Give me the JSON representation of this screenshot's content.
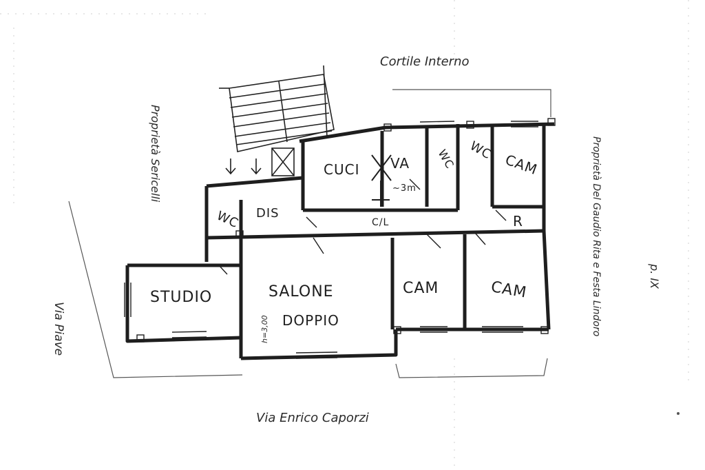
{
  "plan": {
    "north_label": "Cortile Interno",
    "south_label": "Via Enrico Caporzi",
    "west_street": "Via Piave",
    "west_owner": "Proprietà Sericelli",
    "east_owner": "Proprietà Del Gaudio Rita e Festa Lindoro",
    "page_number": "p. IX",
    "height_note": "h=3,00",
    "rooms": {
      "cucina": "CUCI",
      "veranda": "VA",
      "veranda_sub": "~3m",
      "wc_1": "WC",
      "wc_2": "WC",
      "cam_1": "CAM",
      "ripostiglio": "R",
      "corridoio": "C/L",
      "wc_3": "WC",
      "disimpegno": "DIS",
      "studio": "STUDIO",
      "salone": "SALONE",
      "salone_2": "DOPPIO",
      "cam_2": "CAM",
      "cam_3": "CAM"
    }
  },
  "colors": {
    "ink": "#1e1e1e",
    "paper": "#ffffff"
  }
}
